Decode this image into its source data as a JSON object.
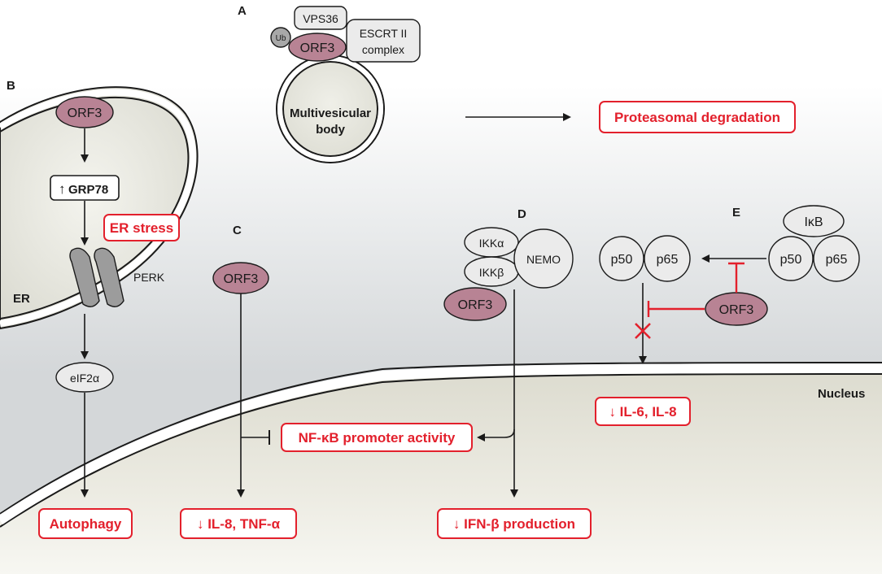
{
  "panels": {
    "a": "A",
    "b": "B",
    "c": "C",
    "d": "D",
    "e": "E"
  },
  "colors": {
    "orf3_fill": "#b88394",
    "highlight_red": "#e3202c",
    "molecule_fill": "#ebebeb"
  },
  "panel_a": {
    "vps36": "VPS36",
    "ub": "Ub",
    "orf3": "ORF3",
    "escrt_line1": "ESCRT II",
    "escrt_line2": "complex",
    "mvb_line1": "Multivesicular",
    "mvb_line2": "body",
    "outcome": "Proteasomal degradation"
  },
  "panel_b": {
    "orf3": "ORF3",
    "grp78": "GRP78",
    "er_stress": "ER stress",
    "perk": "PERK",
    "er": "ER",
    "eif2a": "eIF2α",
    "outcome": "Autophagy"
  },
  "panel_c": {
    "orf3": "ORF3",
    "outcome": "↓ IL-8, TNF-α"
  },
  "nfkb_promoter": "NF-κB promoter activity",
  "panel_d": {
    "ikka": "IKKα",
    "ikkb": "IKKβ",
    "nemo": "NEMO",
    "orf3": "ORF3",
    "outcome": "↓ IFN-β production"
  },
  "panel_e": {
    "ikb": "IκB",
    "p50_free": "p50",
    "p65_free": "p65",
    "p50_bound": "p50",
    "p65_bound": "p65",
    "orf3": "ORF3",
    "outcome": "↓ IL-6, IL-8"
  },
  "nucleus": "Nucleus"
}
